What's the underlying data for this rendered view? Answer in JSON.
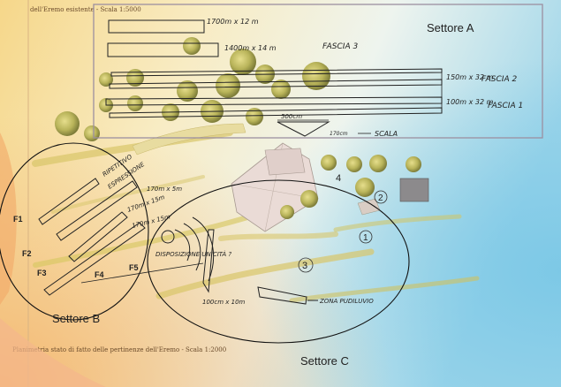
{
  "map": {
    "header_caption": "dell'Eremo esistente - Scala 1:5000",
    "footer_caption": "Planimetria stato di fatto delle pertinenze dell'Eremo - Scala 1:2000",
    "sectors": {
      "a": "Settore A",
      "b": "Settore B",
      "c": "Settore C"
    },
    "sector_a_notes": {
      "strip_top": "1700m x 12 m",
      "strip_fascia3_dim": "1400m x 14 m",
      "fascia3": "FASCIA 3",
      "fascia2_dim": "150m x 32 m",
      "fascia2": "FASCIA 2",
      "fascia1_dim": "100m x 32 m",
      "fascia1": "FASCIA 1",
      "scale_length": "500cm",
      "scale_height": "170cm",
      "scale_label": "SCALA"
    },
    "sector_b_notes": {
      "f1": "F1",
      "f2": "F2",
      "f3": "F3",
      "f4": "F4",
      "f5": "F5",
      "label_1": "RIPETITIVO",
      "label_2": "ESPRESSIONE",
      "label_3": "170m x 5m",
      "label_4": "170m x 15m",
      "label_5": "DISPOSIZIONE UNICITÀ ?"
    },
    "sector_c_notes": {
      "dim_1": "100cm x 10m",
      "label_zone": "ZONA PUDILUVIO"
    },
    "markers": [
      "1",
      "2",
      "3",
      "4"
    ]
  }
}
